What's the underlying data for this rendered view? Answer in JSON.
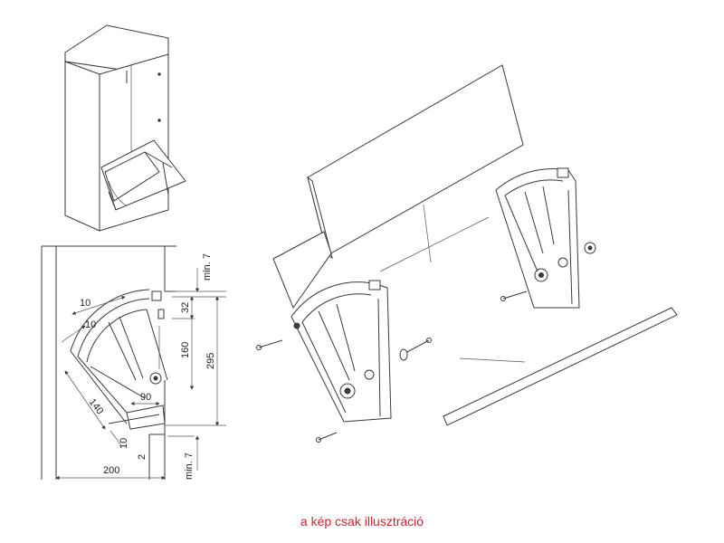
{
  "caption": "a kép csak illusztráció",
  "caption_color": "#c8242f",
  "dimensions": {
    "d10_top": "10",
    "d10_mid": "10",
    "d140": "140",
    "d90": "90",
    "d10_bottom": "10",
    "d2": "2",
    "d200": "200",
    "d_min7_top": "min. 7",
    "d32": "32",
    "d160": "160",
    "d295": "295",
    "d_min7_bottom": "min. 7"
  }
}
